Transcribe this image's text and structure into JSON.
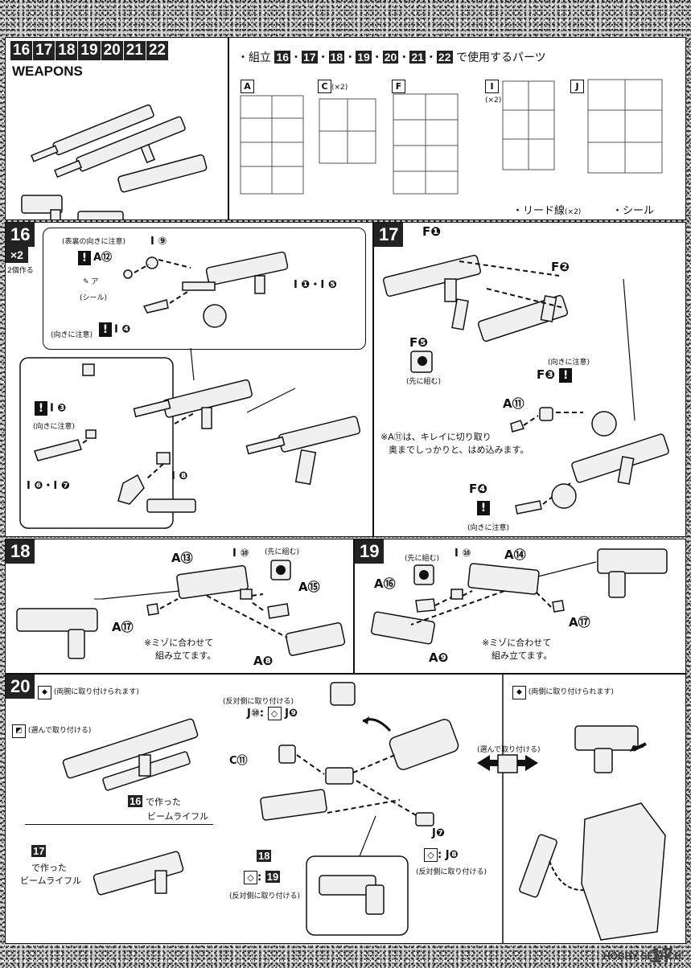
{
  "header": {
    "step_numbers": [
      "16",
      "17",
      "18",
      "19",
      "20",
      "21",
      "22"
    ],
    "title": "WEAPONS",
    "parts_intro": "・組立",
    "parts_suffix": "で使用するパーツ",
    "runners": [
      {
        "letter": "A",
        "qty": ""
      },
      {
        "letter": "C",
        "qty": "(×2)"
      },
      {
        "letter": "F",
        "qty": ""
      },
      {
        "letter": "I",
        "qty": "(×2)"
      },
      {
        "letter": "J",
        "qty": ""
      }
    ],
    "lead_wire": "・リード線",
    "lead_wire_qty": "(×2)",
    "sticker": "・シール"
  },
  "step16": {
    "number": "16",
    "multiplier": "×2",
    "make_two": "2個作る",
    "note_front_back": "(表裏の向きに注意)",
    "part_a12": "A⑫",
    "part_i9": "I ⑨",
    "part_i1_i5": "I ❶・I ❺",
    "sticker_label": "(シール)",
    "sticker_mark": "ア",
    "note_direction": "(向きに注意)",
    "part_i4": "I ❹",
    "part_i3": "I ❸",
    "note_direction2": "(向きに注意)",
    "part_i6_i7": "I ❻・I ❼",
    "part_i8": "I ❽"
  },
  "step17": {
    "number": "17",
    "part_f1": "F❶",
    "part_f2": "F❷",
    "part_f5": "F❺",
    "pre_assemble": "(先に組む)",
    "note_direction": "(向きに注意)",
    "part_f3": "F❸",
    "part_a11": "A⑪",
    "note_a11_line1": "※A⑪は、キレイに切り取り",
    "note_a11_line2": "奥までしっかりと、はめ込みます。",
    "part_f4": "F❹",
    "note_direction2": "(向きに注意)"
  },
  "step18": {
    "number": "18",
    "part_a13": "A⑬",
    "part_i10": "I ⑩",
    "pre_assemble": "(先に組む)",
    "part_a15": "A⑮",
    "part_a17": "A⑰",
    "note_line1": "※ミゾに合わせて",
    "note_line2": "組み立てます。",
    "part_a8": "A❽"
  },
  "step19": {
    "number": "19",
    "pre_assemble": "(先に組む)",
    "part_i10": "I ⑩",
    "part_a14": "A⑭",
    "part_a16": "A⑯",
    "part_a17": "A⑰",
    "note_line1": "※ミゾに合わせて",
    "note_line2": "組み立てます。",
    "part_a9": "A❾"
  },
  "step20": {
    "number": "20",
    "both_arms": "(両腕に取り付けられます)",
    "choose_attach": "(選んで取り付ける)",
    "rifle16_line1": "で作った",
    "rifle16_line2": "ビームライフル",
    "rifle16_step": "16",
    "rifle17_step": "17",
    "rifle17_line1": "で作った",
    "rifle17_line2": "ビームライフル",
    "opposite_side": "(反対側に取り付ける)",
    "part_j10": "J⑩",
    "part_j9": "J❾",
    "part_c11": "C⑪",
    "part_j7": "J❼",
    "part_j8": "J❽",
    "opposite_side2": "(反対側に取り付ける)",
    "step18_ref": "18",
    "step19_ref": "19",
    "opposite_side3": "(反対側に取り付ける)",
    "choose_attach2": "(選んで取り付ける)",
    "both_sides": "(両側に取り付けられます)"
  },
  "footer": {
    "watermark": "HOBBY SEARCH",
    "page": "17"
  }
}
